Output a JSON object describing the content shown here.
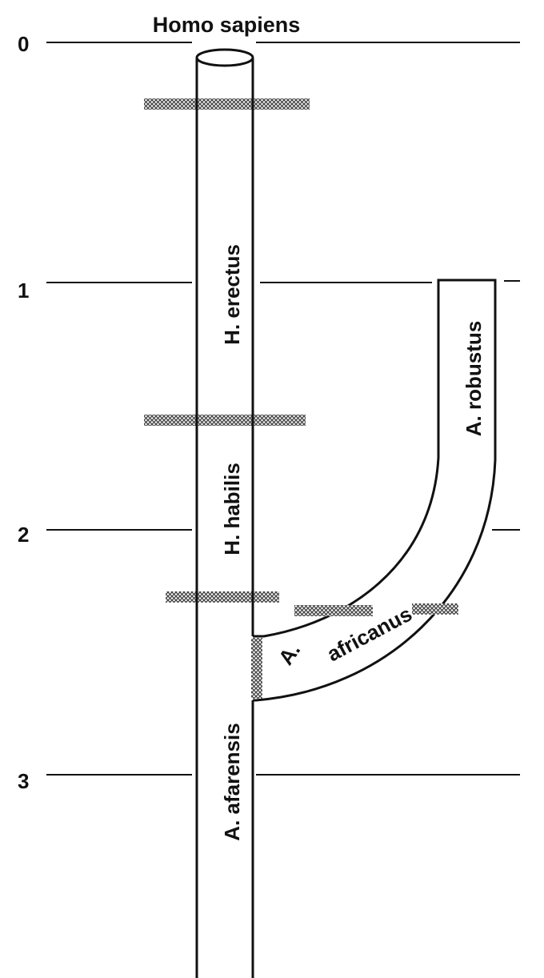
{
  "title": "Homo sapiens",
  "axis_ticks": [
    "0",
    "1",
    "2",
    "3"
  ],
  "lineages": {
    "h_erectus": "H. erectus",
    "h_habilis": "H. habilis",
    "a_afarensis": "A. afarensis",
    "a_robustus": "A. robustus",
    "a_prefix": "A.",
    "a_africanus": "africanus"
  },
  "colors": {
    "ink": "#111111",
    "hatch": "#777777",
    "background": "#ffffff"
  }
}
